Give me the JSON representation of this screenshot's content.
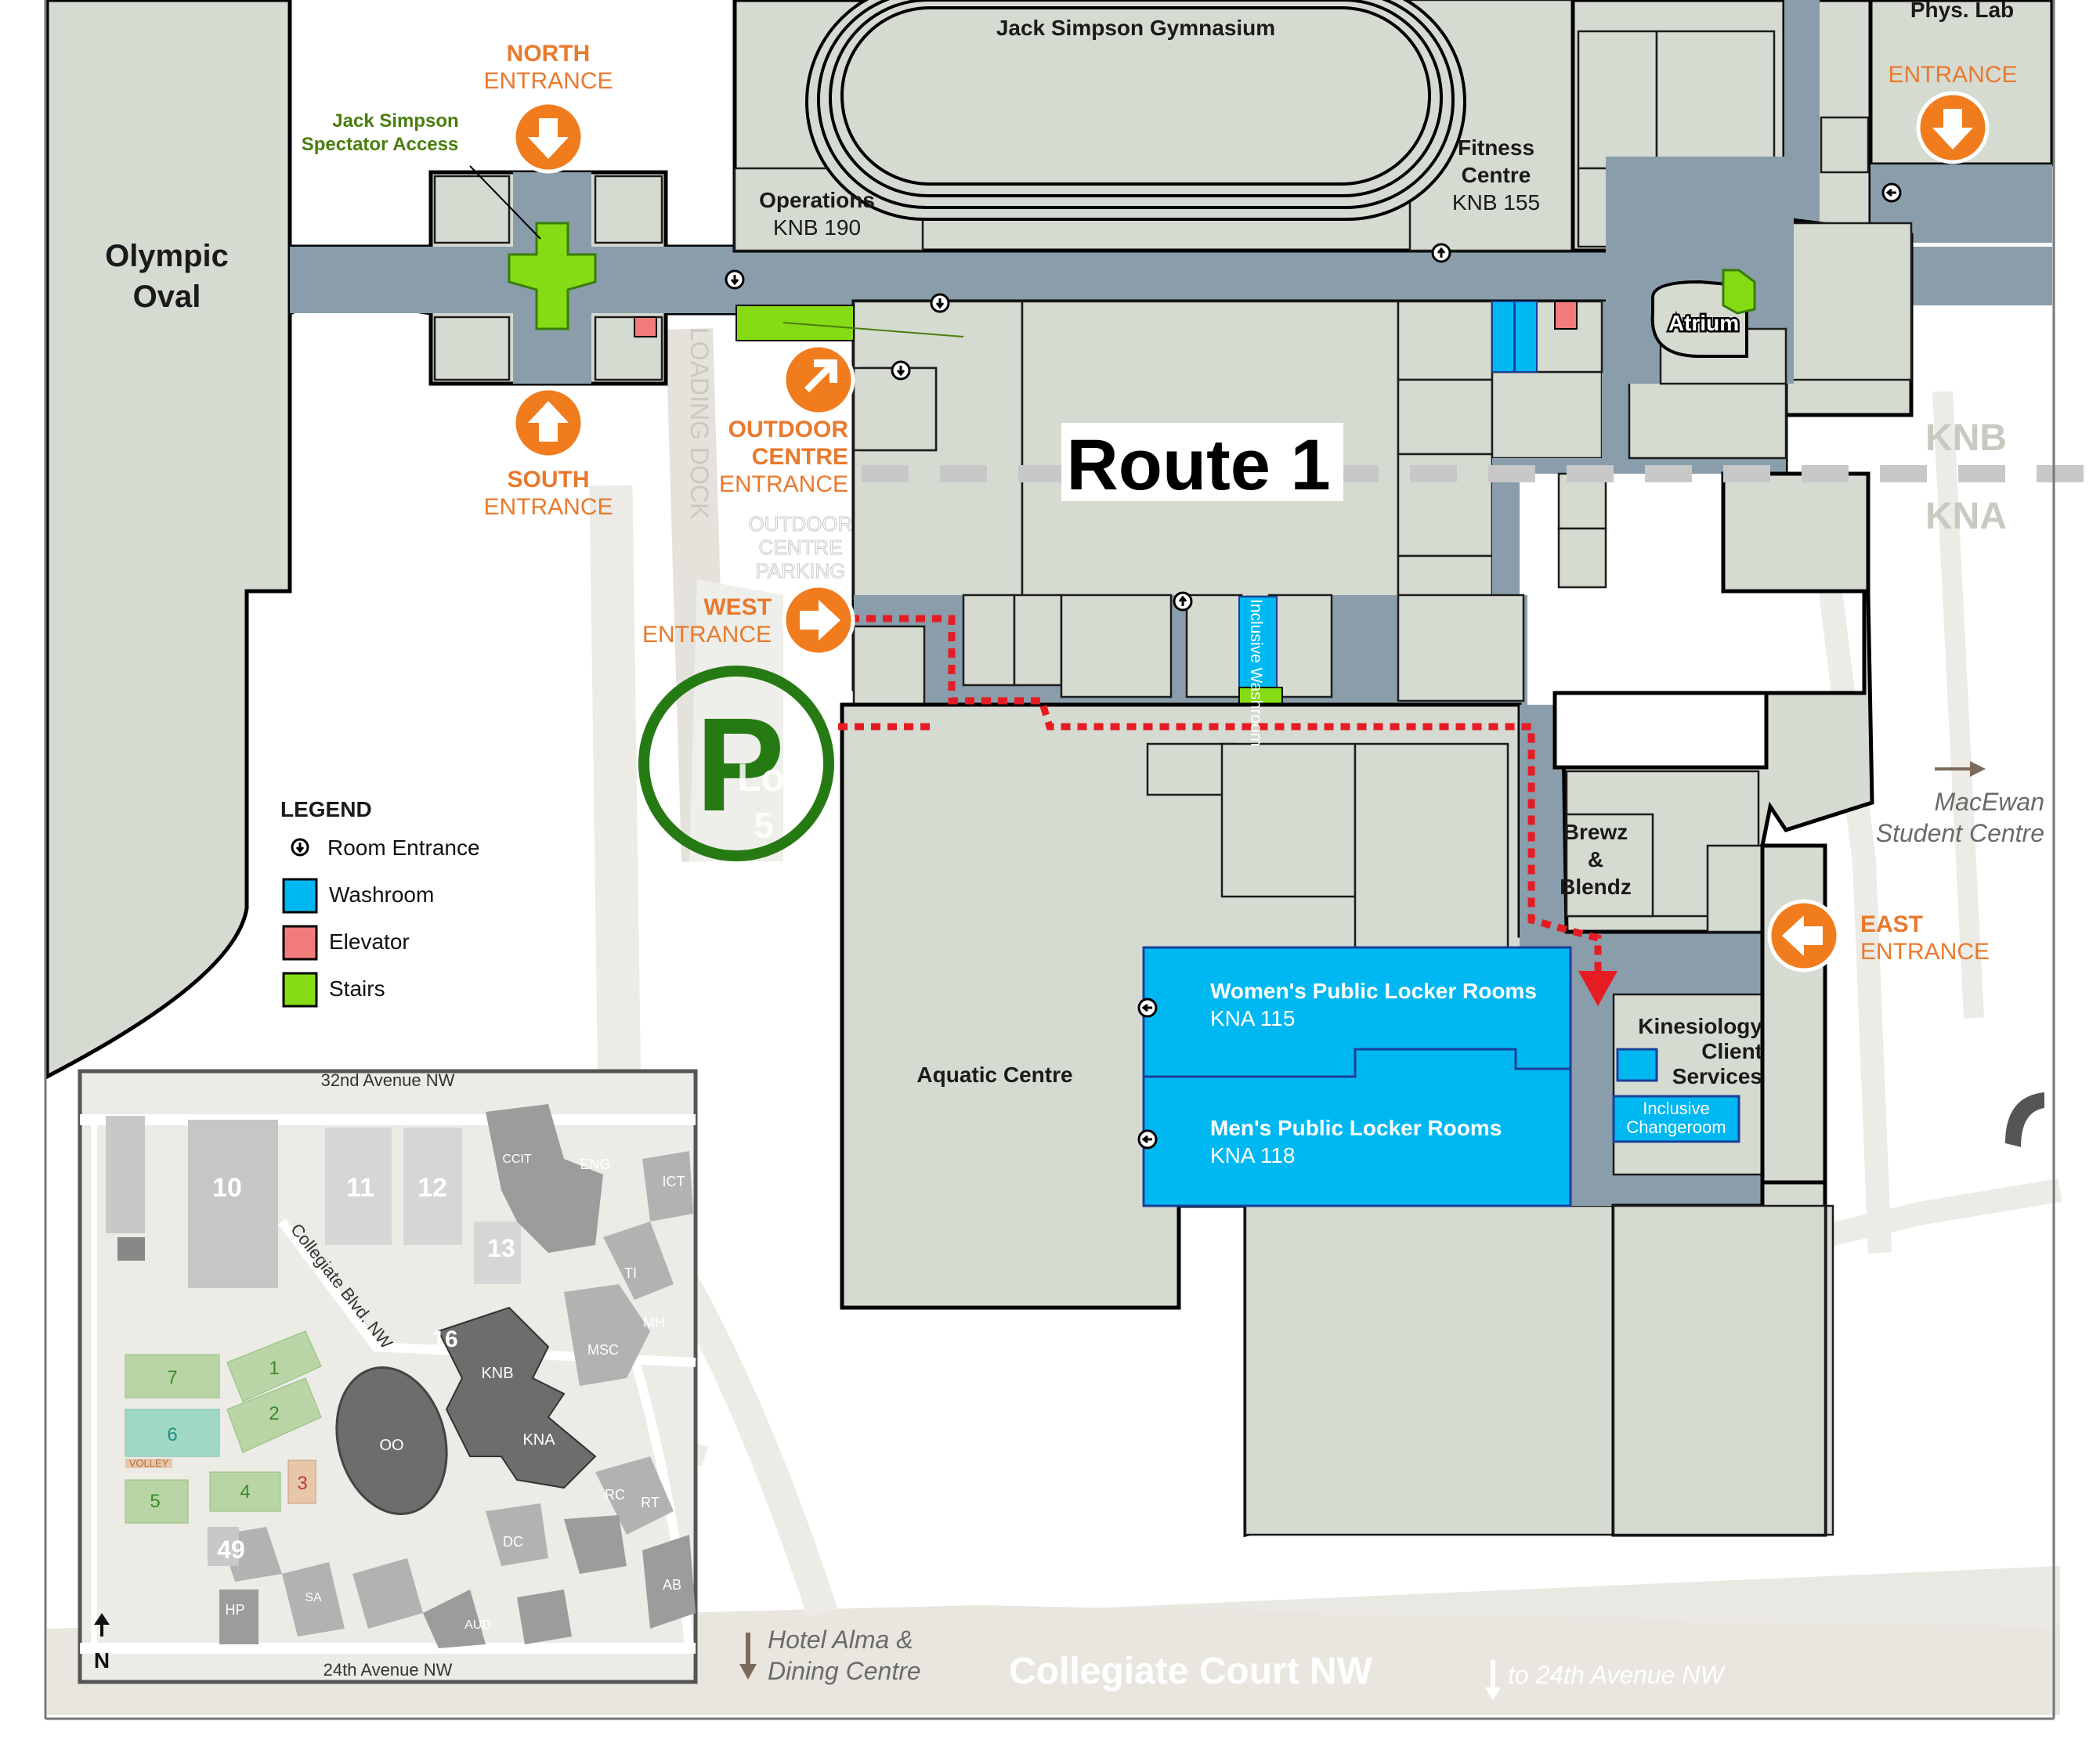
{
  "buildings": {
    "gymnasium": "Jack Simpson Gymnasium",
    "phys_lab": "Phys. Lab",
    "fitness": [
      "Fitness",
      "Centre",
      "KNB 155"
    ],
    "operations": [
      "Operations",
      "KNB 190"
    ],
    "olympic_oval": [
      "Olympic",
      "Oval"
    ],
    "atrium": "Atrium",
    "aquatic": "Aquatic Centre",
    "brewz": [
      "Brewz",
      "&",
      "Blendz"
    ],
    "kinesiology": [
      "Kinesiology",
      "Client",
      "Services"
    ],
    "womens_locker": [
      "Women's Public Locker Rooms",
      "KNA 115"
    ],
    "mens_locker": [
      "Men's Public Locker Rooms",
      "KNA 118"
    ],
    "inclusive_washroom": "Inclusive Washroom",
    "inclusive_changeroom": [
      "Inclusive",
      "Changeroom"
    ],
    "spectator_access": [
      "Jack Simpson",
      "Spectator Access"
    ],
    "knb": "KNB",
    "kna": "KNA"
  },
  "route_title": "Route 1",
  "entrances": {
    "north": [
      "NORTH",
      "ENTRANCE"
    ],
    "south": [
      "SOUTH",
      "ENTRANCE"
    ],
    "outdoor": [
      "OUTDOOR",
      "CENTRE",
      "ENTRANCE"
    ],
    "west": [
      "WEST",
      "ENTRANCE"
    ],
    "east": [
      "EAST",
      "ENTRANCE"
    ],
    "top_right": "ENTRANCE"
  },
  "labels": {
    "loading_dock": "LOADING DOCK",
    "outdoor_parking": [
      "OUTDOOR",
      "CENTRE",
      "PARKING"
    ],
    "parking_symbol": "P",
    "lot": [
      "Lot",
      "5"
    ],
    "macewan": [
      "MacEwan",
      "Student Centre"
    ],
    "hotel": [
      "Hotel Alma &",
      "Dining Centre"
    ],
    "collegiate_court": "Collegiate Court NW",
    "to_24th": "to 24th Avenue NW"
  },
  "legend": {
    "title": "LEGEND",
    "items": [
      {
        "label": "Room Entrance",
        "icon": "room-entrance-icon"
      },
      {
        "label": "Washroom",
        "color": "#00b8f1"
      },
      {
        "label": "Elevator",
        "color": "#f27c7c"
      },
      {
        "label": "Stairs",
        "color": "#86dc14"
      }
    ]
  },
  "inset": {
    "top_road": "32nd Avenue NW",
    "bottom_road": "24th Avenue NW",
    "diag_road": "Collegiate Blvd. NW",
    "north": "N",
    "lots": [
      "10",
      "11",
      "12",
      "13",
      "16",
      "49"
    ],
    "fields": [
      "7",
      "1",
      "6",
      "2",
      "5",
      "4",
      "3"
    ],
    "volley": "VOLLEY",
    "buildings": [
      "KNB",
      "KNA",
      "OO",
      "ENG",
      "MSC",
      "MH",
      "TI",
      "ICT",
      "CCIT",
      "DC",
      "RC",
      "RT",
      "AB",
      "HP",
      "AUD",
      "SA"
    ]
  },
  "colors": {
    "corridor": "#8a9daa",
    "room": "#d6dbd1",
    "washroom": "#00b8f1",
    "elevator": "#f27c7c",
    "stairs": "#86dc14",
    "entrance": "#f07c1e",
    "route": "#e51c24",
    "parking": "#267a13"
  }
}
